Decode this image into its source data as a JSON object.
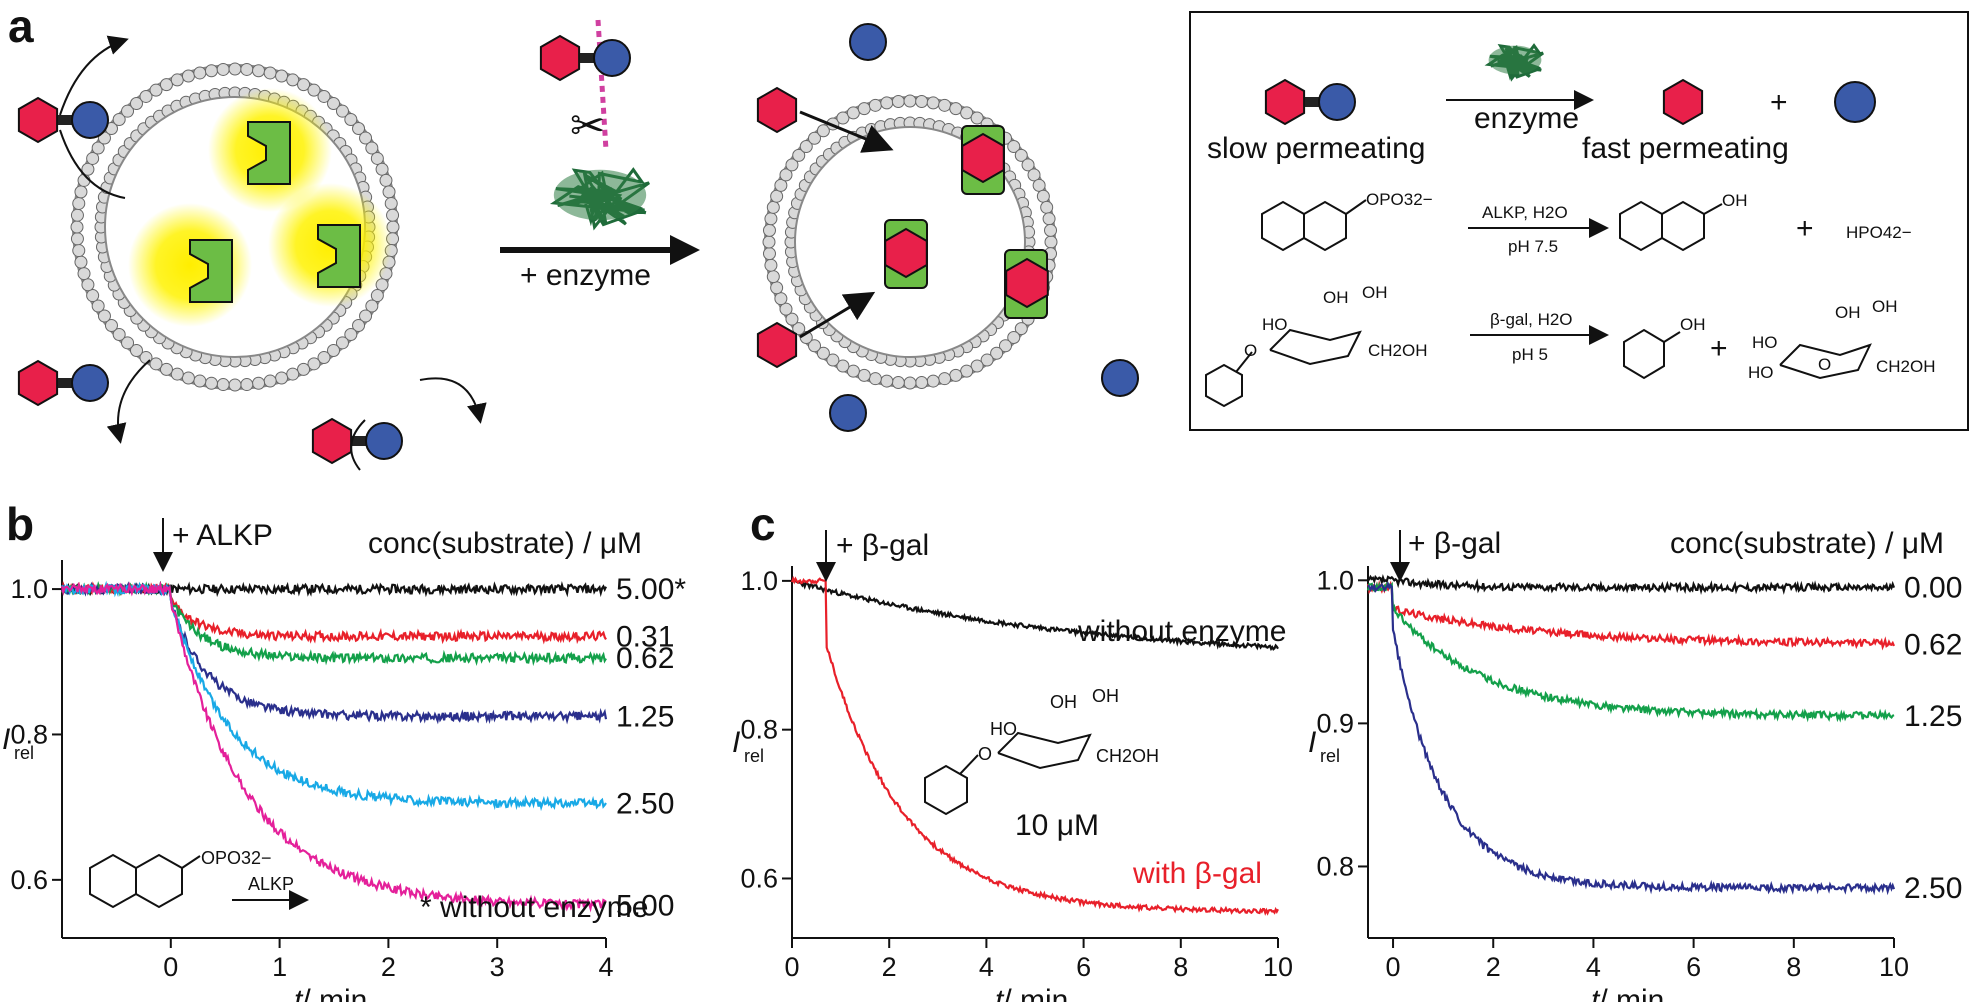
{
  "panels": {
    "a": {
      "letter": "a",
      "enzyme_label": "+ enzyme",
      "box": {
        "slow": "slow permeating",
        "fast": "fast permeating",
        "enzyme": "enzyme",
        "plus": "+",
        "r1_top": "ALKP, H2O",
        "r1_bottom": "pH 7.5",
        "r1_substrate_group": "OPO32−",
        "r1_product_group": "OH",
        "r1_byproduct": "HPO42−",
        "r2_top": "β-gal, H2O",
        "r2_bottom": "pH 5",
        "r2_oh": "OH",
        "r2_ho": "HO",
        "r2_o": "O",
        "r2_ch2oh": "CH2OH",
        "r2_ho2": "HO"
      }
    },
    "b": {
      "letter": "b",
      "annotation_add": "+ ALKP",
      "legend_title": "conc(substrate) / μM",
      "footnote": "* without enzyme",
      "inset_group": "OPO32−",
      "inset_arrow": "ALKP",
      "ylabel": "I",
      "ylabel_sub": "rel",
      "xlabel_italic": "t",
      "xlabel_rest": "/ min"
    },
    "c": {
      "letter": "c",
      "annotation_add": "+ β-gal",
      "left_label_black": "without enzyme",
      "left_label_red": "with β-gal",
      "inset_conc": "10 μM",
      "legend_title": "conc(substrate) / μM",
      "ylabel": "I",
      "ylabel_sub": "rel",
      "xlabel_italic": "t",
      "xlabel_rest": "/ min"
    }
  },
  "chart_data": [
    {
      "type": "line",
      "panel": "b",
      "xlim": [
        -1,
        4
      ],
      "ylim": [
        0.52,
        1.04
      ],
      "x_ticks": [
        0,
        1,
        2,
        3,
        4
      ],
      "y_ticks": [
        0.6,
        0.8,
        1.0
      ],
      "x_tick_labels": [
        "0",
        "1",
        "2",
        "3",
        "4"
      ],
      "y_tick_labels": [
        "0.6",
        "0.8",
        "1.0"
      ],
      "series": [
        {
          "name": "5.00*",
          "color": "#111111",
          "final": 1.0,
          "tau": 1
        },
        {
          "name": "0.31",
          "color": "#e8202a",
          "final": 0.935,
          "tau": 0.25
        },
        {
          "name": "0.62",
          "color": "#13a04a",
          "final": 0.905,
          "tau": 0.3
        },
        {
          "name": "1.25",
          "color": "#2a2f8c",
          "final": 0.825,
          "tau": 0.35
        },
        {
          "name": "2.50",
          "color": "#18a9e6",
          "final": 0.705,
          "tau": 0.55
        },
        {
          "name": "5.00",
          "color": "#e4209a",
          "final": 0.565,
          "tau": 0.7
        }
      ]
    },
    {
      "type": "line",
      "panel": "c-left",
      "xlim": [
        0,
        10
      ],
      "ylim": [
        0.52,
        1.02
      ],
      "x_ticks": [
        0,
        2,
        4,
        6,
        8,
        10
      ],
      "y_ticks": [
        0.6,
        0.8,
        1.0
      ],
      "x_tick_labels": [
        "0",
        "2",
        "4",
        "6",
        "8",
        "10"
      ],
      "y_tick_labels": [
        "0.6",
        "0.8",
        "1.0"
      ],
      "series": [
        {
          "name": "without enzyme",
          "color": "#111111",
          "final": 0.89,
          "tau": 6
        },
        {
          "name": "with β-gal",
          "color": "#e8202a",
          "final": 0.555,
          "tau": 1.6
        }
      ]
    },
    {
      "type": "line",
      "panel": "c-right",
      "xlim": [
        -0.5,
        10
      ],
      "ylim": [
        0.75,
        1.01
      ],
      "x_ticks": [
        0,
        2,
        4,
        6,
        8,
        10
      ],
      "y_ticks": [
        0.8,
        0.9,
        1.0
      ],
      "x_tick_labels": [
        "0",
        "2",
        "4",
        "6",
        "8",
        "10"
      ],
      "y_tick_labels": [
        "0.8",
        "0.9",
        "1.0"
      ],
      "series": [
        {
          "name": "0.00",
          "color": "#111111",
          "final": 0.995,
          "tau": 1
        },
        {
          "name": "0.62",
          "color": "#e8202a",
          "final": 0.955,
          "tau": 3
        },
        {
          "name": "1.25",
          "color": "#13a04a",
          "final": 0.905,
          "tau": 1.8
        },
        {
          "name": "2.50",
          "color": "#2a2f8c",
          "final": 0.785,
          "tau": 1.0
        }
      ]
    }
  ]
}
